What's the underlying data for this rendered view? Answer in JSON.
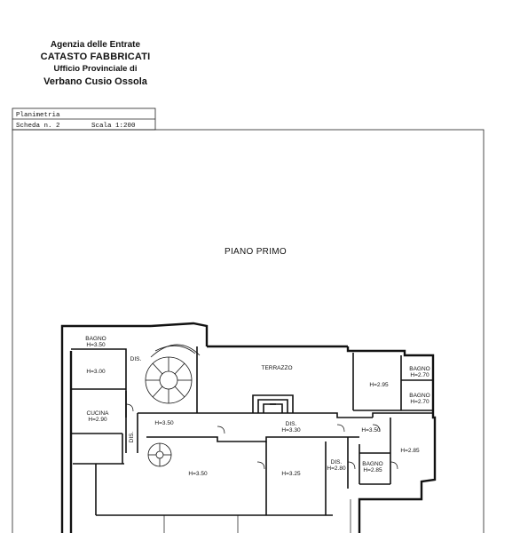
{
  "header": {
    "line1": "Agenzia delle Entrate",
    "line2": "CATASTO FABBRICATI",
    "line3": "Ufficio Provinciale di",
    "line4": "Verbano Cusio Ossola"
  },
  "sheet": {
    "planimetria": "Planimetria",
    "scheda": "Scheda n. 2",
    "scala": "Scala 1:200"
  },
  "floor_title": "PIANO PRIMO",
  "rooms": {
    "bagno1_name": "BAGNO",
    "bagno1_h": "H=3.50",
    "room_a": "H=3.00",
    "dis1": "DIS.",
    "cucina_name": "CUCINA",
    "cucina_h": "H=2.90",
    "dis2": "DIS.",
    "hall": "H=3.50",
    "terrazzo": "TERRAZZO",
    "dis3_name": "DIS.",
    "dis3_h": "H=3.30",
    "main": "H=3.50",
    "room_b": "H=3.25",
    "dis4_name": "DIS.",
    "dis4_h": "H=2.80",
    "bagno2_name": "BAGNO",
    "bagno2_h": "H=2.85",
    "room_c": "H=2.95",
    "bagno3_name": "BAGNO",
    "bagno3_h": "H=2.70",
    "bagno4_name": "BAGNO",
    "bagno4_h": "H=2.70",
    "corr": "H=3.50",
    "room_d": "H=2.85"
  }
}
